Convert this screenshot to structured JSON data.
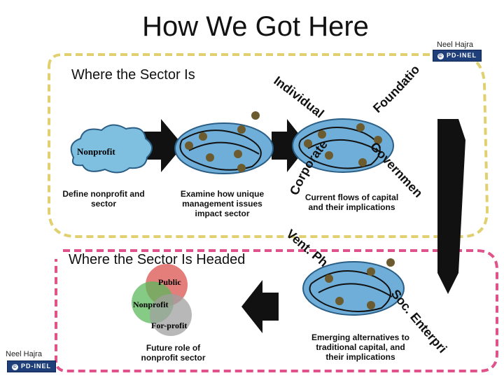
{
  "slide": {
    "title": "How We Got Here",
    "author": "Neel Hajra",
    "badge_text": "PD-INEL",
    "badge_symbol": "©"
  },
  "sections": {
    "where_is": "Where the Sector Is",
    "where_headed": "Where the Sector Is Headed"
  },
  "curved_labels": {
    "individual": "Individual",
    "foundation": "Foundation",
    "corporate": "Corporate",
    "government": "Government",
    "vent_phil": "Vent. Phil",
    "soc_enterprise": "Soc. Enterprise"
  },
  "cloud_label": "Nonprofit",
  "venn": {
    "public": "Public",
    "nonprofit": "Nonprofit",
    "for_profit": "For-profit"
  },
  "captions": {
    "define": "Define nonprofit and sector",
    "examine": "Examine how unique management issues impact sector",
    "current": "Current flows of capital and their implications",
    "emerging": "Emerging alternatives to traditional capital, and their implications",
    "future": "Future role of nonprofit sector"
  },
  "colors": {
    "dash_top": "#e0d070",
    "dash_bottom": "#e0528a",
    "cloud_fill": "#7fbfe0",
    "venn_public": "#d9534f",
    "venn_nonprofit": "#5cb85c",
    "venn_forprofit": "#a0a0a0",
    "badge": "#1f3f7a"
  }
}
